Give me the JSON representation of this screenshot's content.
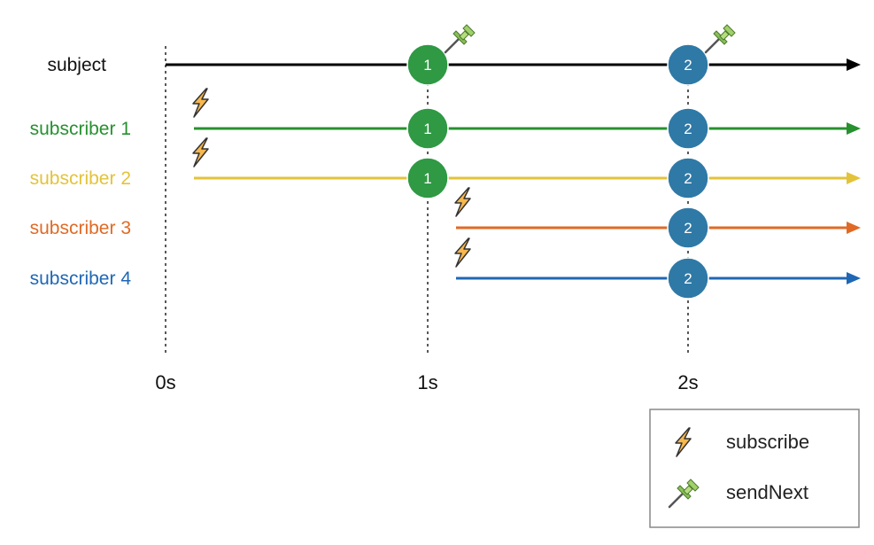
{
  "rows": [
    {
      "label": "subject",
      "color": "#000000",
      "events": [
        {
          "time": "1s",
          "value": "1",
          "color": "#2f9944"
        },
        {
          "time": "2s",
          "value": "2",
          "color": "#2f79a6"
        }
      ]
    },
    {
      "label": "subscriber 1",
      "color": "#27902f",
      "subscribed_at": "0s",
      "events": [
        {
          "time": "1s",
          "value": "1",
          "color": "#2f9944"
        },
        {
          "time": "2s",
          "value": "2",
          "color": "#2f79a6"
        }
      ]
    },
    {
      "label": "subscriber 2",
      "color": "#e3c33a",
      "subscribed_at": "0s",
      "events": [
        {
          "time": "1s",
          "value": "1",
          "color": "#2f9944"
        },
        {
          "time": "2s",
          "value": "2",
          "color": "#2f79a6"
        }
      ]
    },
    {
      "label": "subscriber 3",
      "color": "#e06a25",
      "subscribed_at": "1s",
      "events": [
        {
          "time": "2s",
          "value": "2",
          "color": "#2f79a6"
        }
      ]
    },
    {
      "label": "subscriber 4",
      "color": "#1f67b5",
      "subscribed_at": "1s",
      "events": [
        {
          "time": "2s",
          "value": "2",
          "color": "#2f79a6"
        }
      ]
    }
  ],
  "ticks": [
    "0s",
    "1s",
    "2s"
  ],
  "legend": {
    "subscribe_label": "subscribe",
    "send_next_label": "sendNext",
    "subscribe_icon": "lightning-bolt-icon",
    "send_next_icon": "pushpin-icon"
  }
}
